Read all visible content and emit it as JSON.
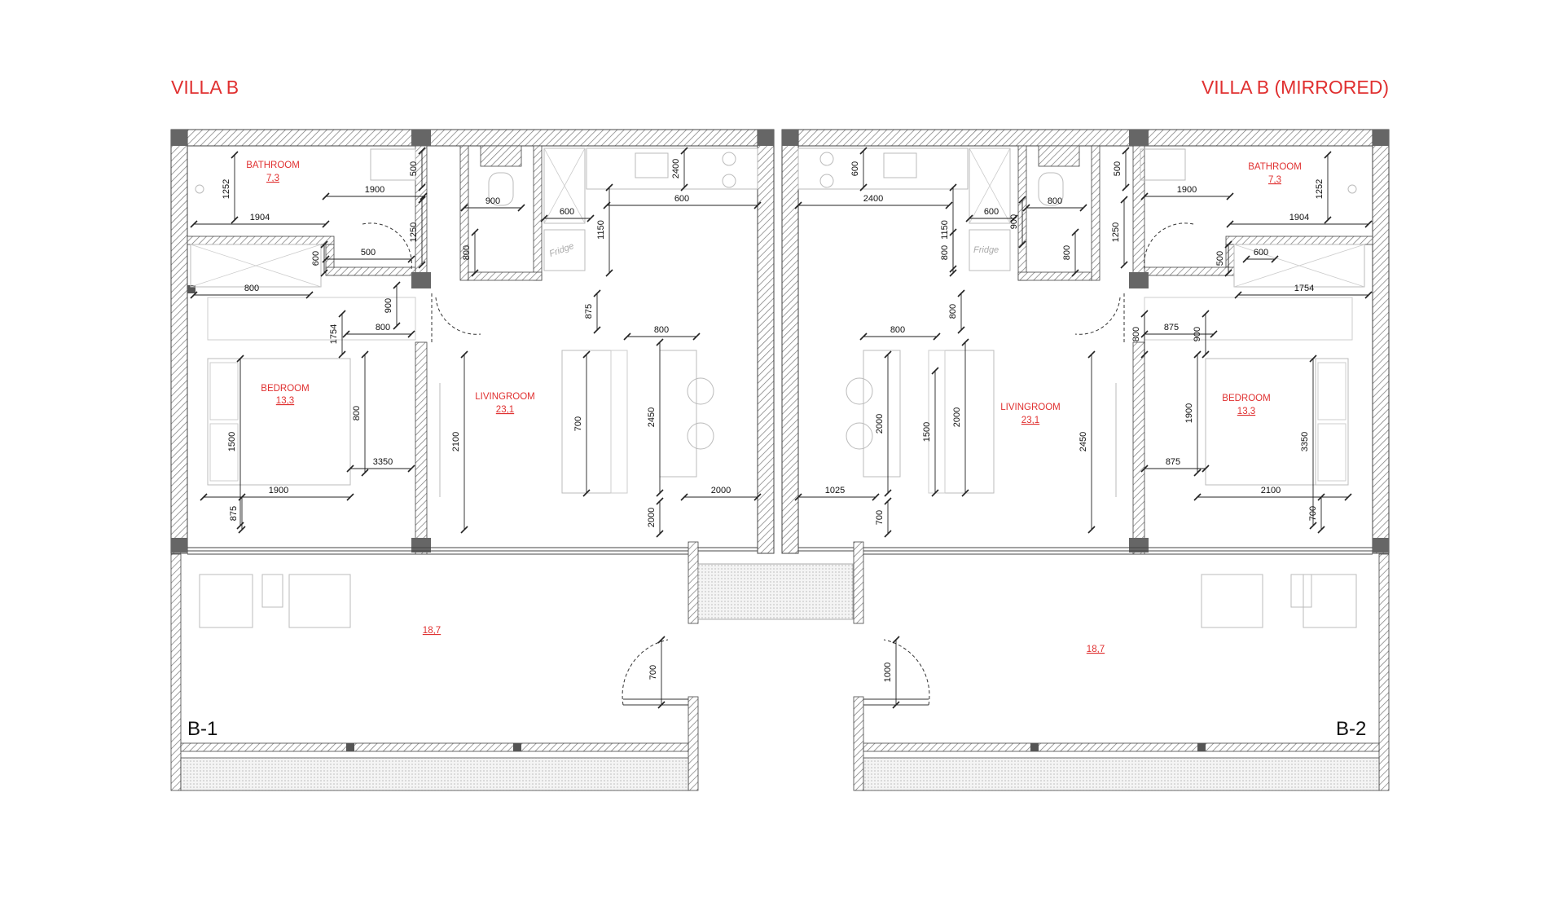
{
  "colors": {
    "label": "#e03030",
    "wall": "#555555",
    "dim": "#111111",
    "furniture": "#bbbbbb"
  },
  "titles": {
    "left": "VILLA B",
    "right": "VILLA B (MIRRORED)"
  },
  "units": {
    "left": "B-1",
    "right": "B-2"
  },
  "rooms": {
    "bathroom": {
      "name": "BATHROOM",
      "area": "7,3"
    },
    "bedroom": {
      "name": "BEDROOM",
      "area": "13,3"
    },
    "livingroom": {
      "name": "LIVINGROOM",
      "area": "23,1"
    },
    "terrace": {
      "area": "18,7"
    }
  },
  "fridge_label": "Fridge",
  "dimensions": {
    "left": [
      "1252",
      "1904",
      "500",
      "1900",
      "1250",
      "900",
      "800",
      "600",
      "1150",
      "600",
      "2400",
      "600",
      "500",
      "800",
      "1754",
      "900",
      "800",
      "875",
      "800",
      "1500",
      "800",
      "3350",
      "1900",
      "875",
      "2100",
      "700",
      "2450",
      "2000",
      "2000",
      "700",
      "1025",
      "1000"
    ],
    "right": [
      "600",
      "2400",
      "1150",
      "600",
      "900",
      "800",
      "1250",
      "500",
      "1900",
      "1252",
      "1904",
      "800",
      "500",
      "600",
      "800",
      "800",
      "1754",
      "800",
      "900",
      "875",
      "800",
      "1500",
      "2000",
      "2000",
      "2450",
      "1900",
      "3350",
      "875",
      "1025",
      "700",
      "2100",
      "700",
      "1000"
    ]
  }
}
